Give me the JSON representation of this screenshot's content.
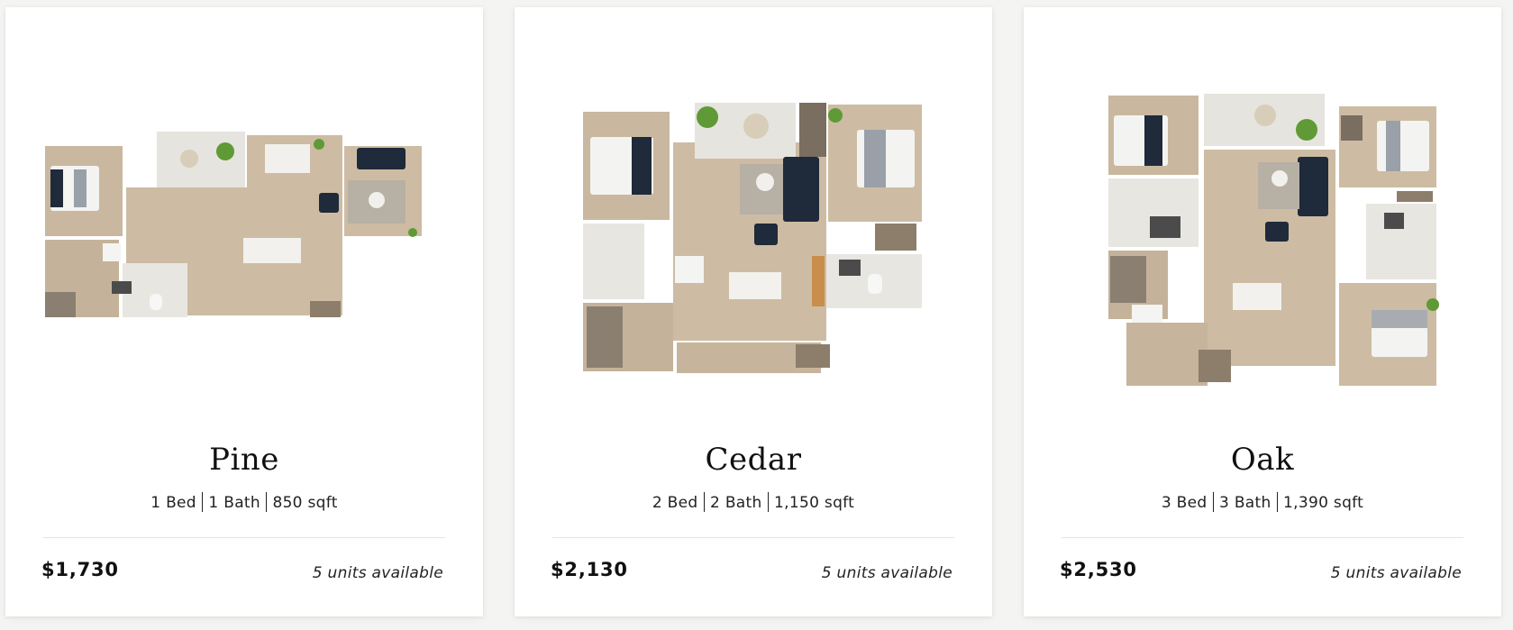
{
  "floorplans": [
    {
      "name": "Pine",
      "bed": "1 Bed",
      "bath": "1 Bath",
      "sqft": "850 sqft",
      "price": "$1,730",
      "availability": "5 units available",
      "image_icon": "floorplan-image"
    },
    {
      "name": "Cedar",
      "bed": "2 Bed",
      "bath": "2 Bath",
      "sqft": "1,150 sqft",
      "price": "$2,130",
      "availability": "5 units available",
      "image_icon": "floorplan-image"
    },
    {
      "name": "Oak",
      "bed": "3 Bed",
      "bath": "3 Bath",
      "sqft": "1,390 sqft",
      "price": "$2,530",
      "availability": "5 units available",
      "image_icon": "floorplan-image"
    }
  ],
  "colors": {
    "floor": "#c8b79e",
    "wall": "#ffffff",
    "bath": "#e9e7e2",
    "furniture_dark": "#1f2a3a",
    "plant": "#5f9a36",
    "text": "#111111"
  }
}
